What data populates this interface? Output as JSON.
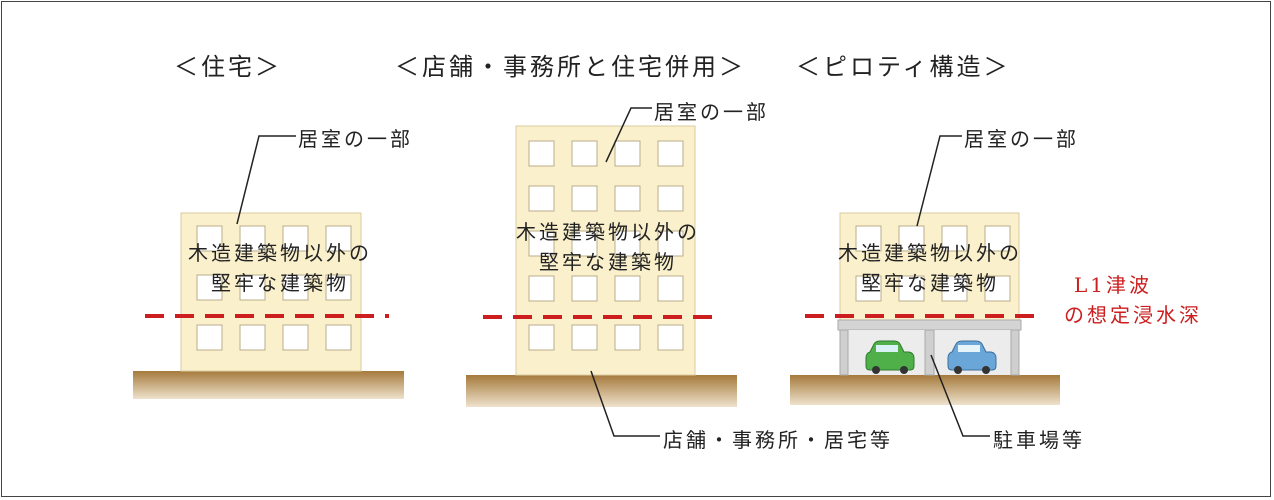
{
  "headers": {
    "house": "＜住宅＞",
    "mixed": "＜店舗・事務所と住宅併用＞",
    "piloti": "＜ピロティ構造＞"
  },
  "labels": {
    "living_room_part": "居室の一部",
    "shop_office": "店舗・事務所・居宅等",
    "parking": "駐車場等"
  },
  "building_text": {
    "line1": "木造建築物以外の",
    "line2": "堅牢な建築物"
  },
  "tsunami": {
    "line1": "L1津波",
    "line2": "の想定浸水深"
  },
  "colors": {
    "facade": "#faf0cc",
    "window": "#ffffff",
    "ground": "#b48a4c",
    "flood_line": "#cc1e1e",
    "car_green": "#4fb04a",
    "car_blue": "#6aa6d8"
  }
}
